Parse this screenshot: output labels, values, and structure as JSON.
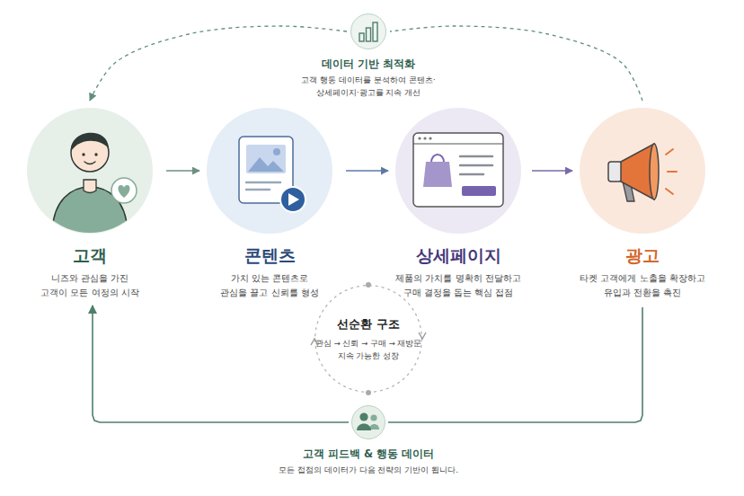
{
  "diagram": {
    "nodes": [
      {
        "text": [
          "데이터 기반 최적화",
          "고객 행동 데이터를 분석하여 콘텐츠·상세페이지·광고를 지속 개선"
        ]
      },
      {
        "text": [
          "고객",
          "니즈와 관심을 가진 고객이 모든 여정의 시작"
        ]
      },
      {
        "text": [
          "콘텐츠",
          "가치 있는 콘텐츠로 관심을 끌고 신뢰를 형성"
        ]
      },
      {
        "text": [
          "상세페이지",
          "제품의 가치를 명확히 전달하고 구매 결정을 돕는 핵심 접점"
        ]
      },
      {
        "text": [
          "광고",
          "타켓 고객에게 노출을 확장하고 유입과 전환을 촉진"
        ]
      },
      {
        "text": [
          "선순환 구조",
          "관심 → 신뢰 → 구매 → 재방문 지속 가능한 성장"
        ]
      },
      {
        "text": [
          "고객 피드백 & 행동 데이터",
          "모든 접점의 데이터가 다음 전략의 기반이 됩니다."
        ]
      }
    ],
    "edges": [
      {
        "from": 1,
        "to": 2,
        "arrow": "to"
      },
      {
        "from": 2,
        "to": 3,
        "arrow": "to"
      },
      {
        "from": 3,
        "to": 4,
        "arrow": "to"
      },
      {
        "from": 4,
        "to": 0,
        "arrow": "none"
      },
      {
        "from": 0,
        "to": 1,
        "arrow": "to"
      },
      {
        "from": 4,
        "to": 6,
        "arrow": "none"
      },
      {
        "from": 6,
        "to": 1,
        "arrow": "to"
      }
    ]
  }
}
